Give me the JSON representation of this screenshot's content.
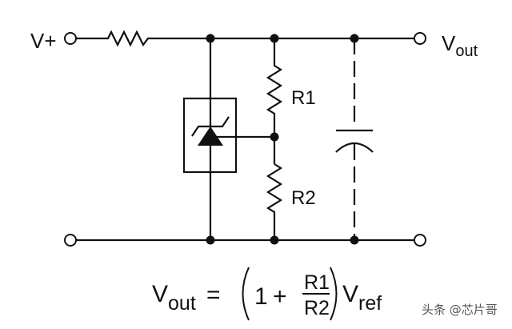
{
  "labels": {
    "vplus": "V+",
    "vout_main": "V",
    "vout_sub": "out",
    "r1": "R1",
    "r2": "R2"
  },
  "formula": {
    "lhs_main": "V",
    "lhs_sub": "out",
    "equals": "=",
    "one": "1",
    "plus": "+",
    "numerator": "R1",
    "denominator": "R2",
    "rhs_main": "V",
    "rhs_sub": "ref"
  },
  "watermark": "头条 @芯片哥"
}
